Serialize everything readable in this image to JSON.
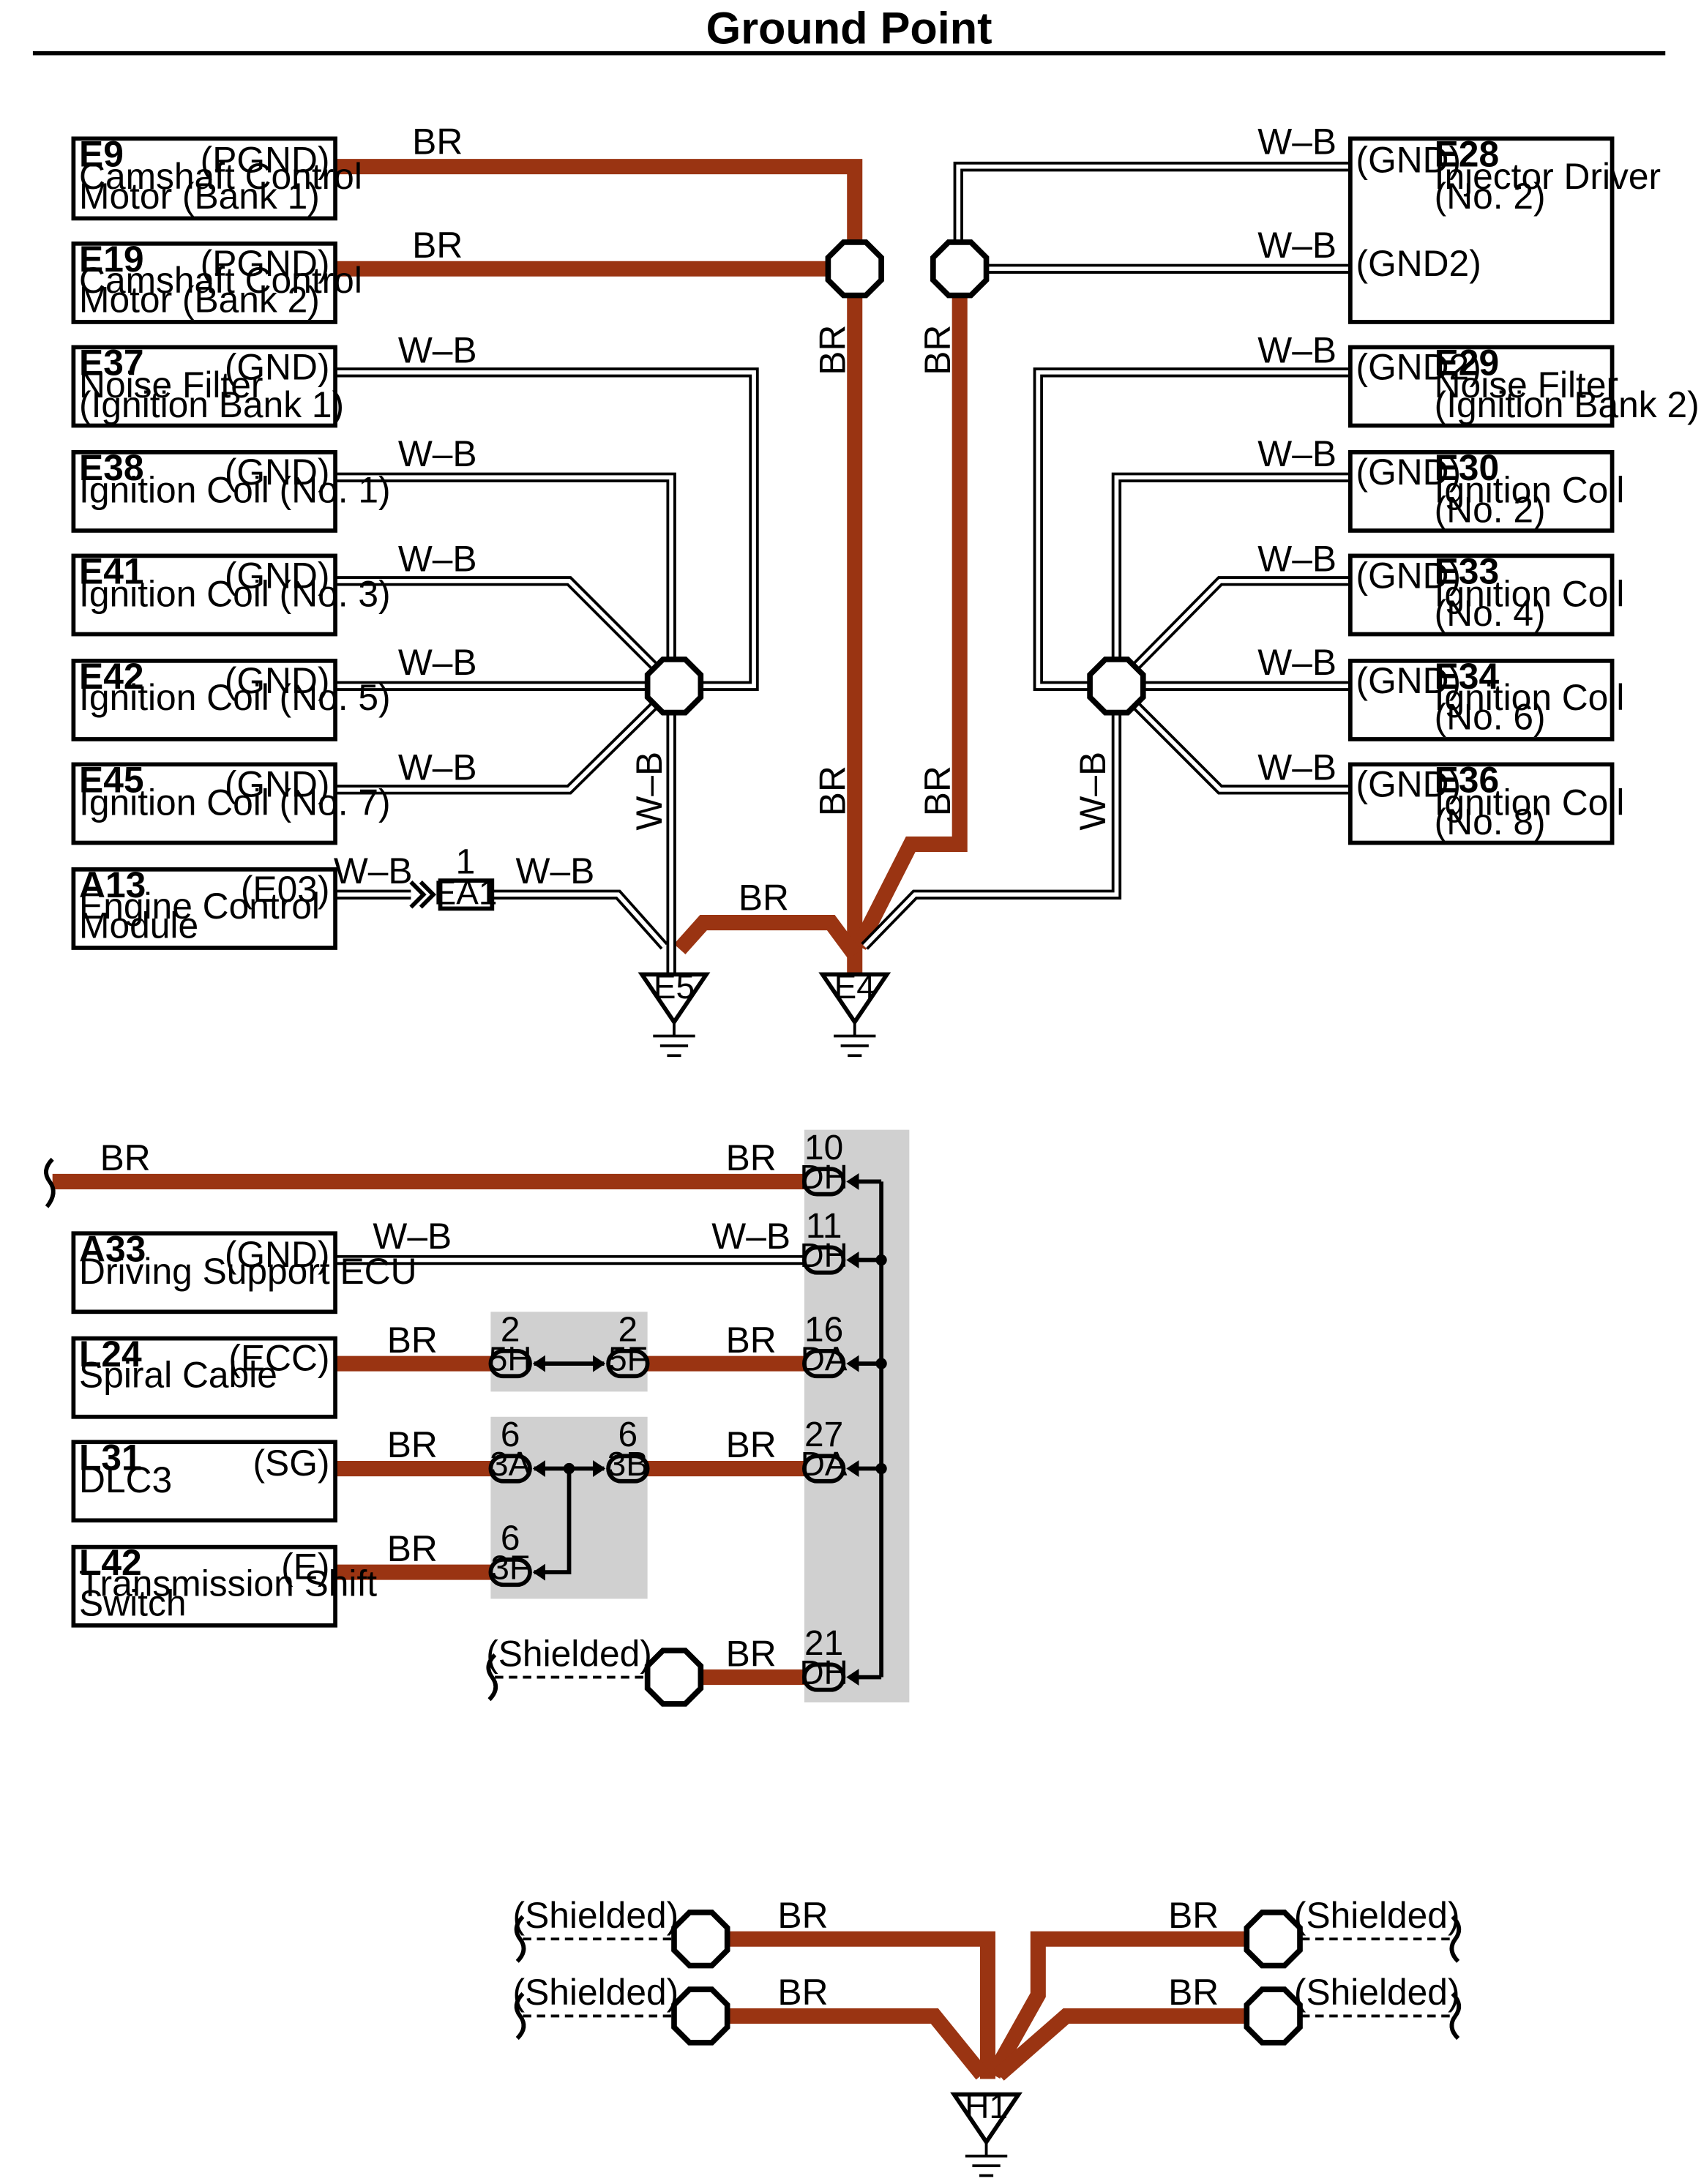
{
  "title": "Ground Point",
  "colors": {
    "br": "#9a3412",
    "wb_outer": "#000000",
    "wb_inner": "#ffffff",
    "shade": "#d0d0d0"
  },
  "wire": {
    "br": "BR",
    "wb": "W–B"
  },
  "components": {
    "e9": {
      "code": "E9",
      "line1": "Camshaft Control",
      "line2": "Motor (Bank 1)",
      "pin": "(PGND)"
    },
    "e19": {
      "code": "E19",
      "line1": "Camshaft Control",
      "line2": "Motor (Bank 2)",
      "pin": "(PGND)"
    },
    "e37": {
      "code": "E37",
      "line1": "Noise Filter",
      "line2": "(Ignition Bank 1)",
      "pin": "(GND)"
    },
    "e38": {
      "code": "E38",
      "line1": "Ignition Coil (No. 1)",
      "line2": "",
      "pin": "(GND)"
    },
    "e41": {
      "code": "E41",
      "line1": "Ignition Coil (No. 3)",
      "line2": "",
      "pin": "(GND)"
    },
    "e42": {
      "code": "E42",
      "line1": "Ignition Coil (No. 5)",
      "line2": "",
      "pin": "(GND)"
    },
    "e45": {
      "code": "E45",
      "line1": "Ignition Coil (No. 7)",
      "line2": "",
      "pin": "(GND)"
    },
    "a13": {
      "code": "A13",
      "line1": "Engine Control",
      "line2": "Module",
      "pin": "(E03)"
    },
    "e28": {
      "code": "E28",
      "line1": "Injector Driver",
      "line2": "(No. 2)",
      "pin1": "(GND)",
      "pin2": "(GND2)"
    },
    "e29": {
      "code": "E29",
      "line1": "Noise Filter",
      "line2": "(Ignition Bank 2)",
      "pin": "(GND2)"
    },
    "e30": {
      "code": "E30",
      "line1": "Ignition Coil",
      "line2": "(No. 2)",
      "pin": "(GND)"
    },
    "e33": {
      "code": "E33",
      "line1": "Ignition Coil",
      "line2": "(No. 4)",
      "pin": "(GND)"
    },
    "e34": {
      "code": "E34",
      "line1": "Ignition Coil",
      "line2": "(No. 6)",
      "pin": "(GND)"
    },
    "e36": {
      "code": "E36",
      "line1": "Ignition Coil",
      "line2": "(No. 8)",
      "pin": "(GND)"
    },
    "a33": {
      "code": "A33",
      "line1": "Driving Support ECU",
      "line2": "",
      "pin": "(GND)"
    },
    "l24": {
      "code": "L24",
      "line1": "Spiral Cable",
      "line2": "",
      "pin": "(ECC)"
    },
    "l31": {
      "code": "L31",
      "line1": "DLC3",
      "line2": "",
      "pin": "(SG)"
    },
    "l42": {
      "code": "L42",
      "line1": "Transmission Shift",
      "line2": "Switch",
      "pin": "(E)"
    }
  },
  "connectors": {
    "ea1": {
      "id": "EA1",
      "pin": "1"
    },
    "dh10": {
      "id": "DH",
      "pin": "10"
    },
    "dh11": {
      "id": "DH",
      "pin": "11"
    },
    "da16": {
      "id": "DA",
      "pin": "16"
    },
    "da27": {
      "id": "DA",
      "pin": "27"
    },
    "dh21": {
      "id": "DH",
      "pin": "21"
    },
    "c5h": {
      "id": "5H",
      "pin": "2"
    },
    "c5f": {
      "id": "5F",
      "pin": "2"
    },
    "c3a": {
      "id": "3A",
      "pin": "6"
    },
    "c3b": {
      "id": "3B",
      "pin": "6"
    },
    "c3f": {
      "id": "3F",
      "pin": "6"
    }
  },
  "grounds": {
    "e5": "E5",
    "e4": "E4",
    "h1": "H1"
  },
  "shielded": "(Shielded)"
}
